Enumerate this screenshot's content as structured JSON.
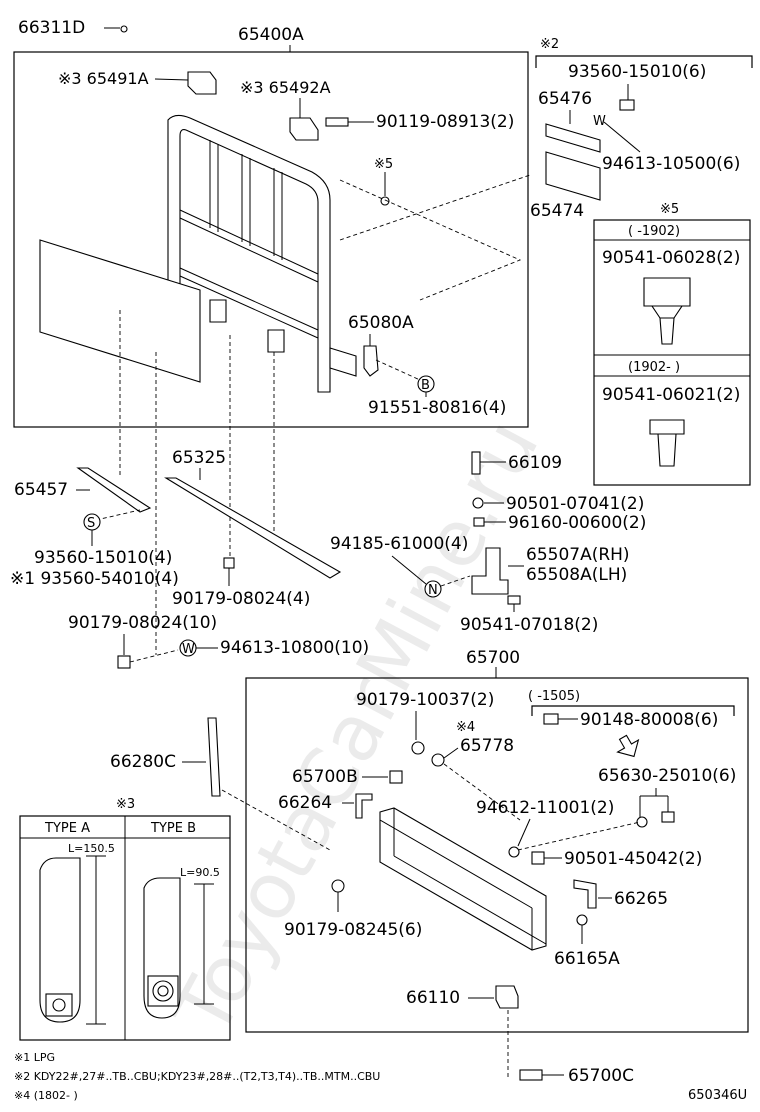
{
  "footnotes": [
    "※1 LPG",
    "※2 KDY22#,27#..TB..CBU;KDY23#,28#..(T2,T3,T4)..TB..MTM..CBU",
    "※4 (1802-      )"
  ],
  "diagram_code": "650346U",
  "watermark": "ToyotaCarMine.ru",
  "groups": {
    "g65400A": "65400A",
    "g65700": "65700",
    "note2": "※2",
    "note5": "※5",
    "note3": "※3",
    "range_1902_to": "(      -1902)",
    "range_1902_from": "(1902-      )",
    "range_1505_to": "(      -1505)"
  },
  "type_table": {
    "type_a": "TYPE A",
    "type_b": "TYPE B",
    "len_a": "L=150.5",
    "len_b": "L=90.5"
  },
  "parts": {
    "p66311D": "66311D",
    "p65491A": "※3 65491A",
    "p65492A": "※3 65492A",
    "p90119": "90119-08913(2)",
    "n5": "※5",
    "p93560a": "93560-15010(6)",
    "p65476": "65476",
    "p94613a": "94613-10500(6)",
    "p65474": "65474",
    "p90541a": "90541-06028(2)",
    "p90541b": "90541-06021(2)",
    "p65080A": "65080A",
    "p91551": "91551-80816(4)",
    "p65325": "65325",
    "p65457": "65457",
    "p66109": "66109",
    "p90501a": "90501-07041(2)",
    "p96160": "96160-00600(2)",
    "p94185": "94185-61000(4)",
    "p65507A": "65507A(RH)",
    "p65508A": "65508A(LH)",
    "p93560b": "93560-15010(4)",
    "p93560c": "※1 93560-54010(4)",
    "p90179a": "90179-08024(4)",
    "p90541c": "90541-07018(2)",
    "p90179b": "90179-08024(10)",
    "p94613b": "94613-10800(10)",
    "p90179c": "90179-10037(2)",
    "n4": "※4",
    "p65778": "65778",
    "p90148": "90148-80008(6)",
    "p66280C": "66280C",
    "p65700B": "65700B",
    "p66264": "66264",
    "p94612": "94612-11001(2)",
    "p65630": "65630-25010(6)",
    "p90501b": "90501-45042(2)",
    "p66265": "66265",
    "p90179d": "90179-08245(6)",
    "p66165A": "66165A",
    "p66110": "66110",
    "p65700C": "65700C"
  },
  "markers": {
    "B": "B",
    "S": "S",
    "N": "N",
    "W": "W"
  }
}
